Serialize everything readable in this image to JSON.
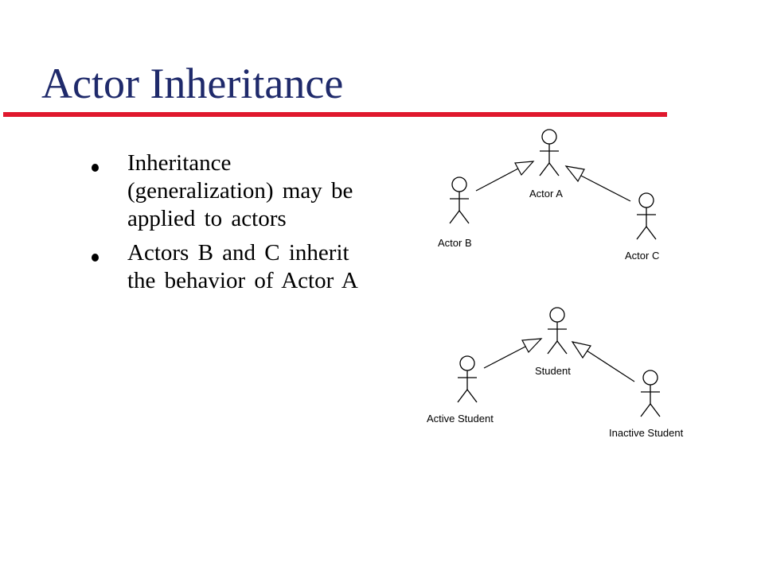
{
  "slide": {
    "title": "Actor Inheritance",
    "accent_color": "#e0182d",
    "title_color": "#1f2a6b"
  },
  "bullets": [
    {
      "text": "Inheritance (generalization) may be applied to actors"
    },
    {
      "text": "Actors B and C inherit the behavior of Actor A"
    }
  ],
  "diagrams": [
    {
      "parent": "Actor A",
      "children": [
        "Actor B",
        "Actor C"
      ]
    },
    {
      "parent": "Student",
      "children": [
        "Active Student",
        "Inactive Student"
      ]
    }
  ]
}
